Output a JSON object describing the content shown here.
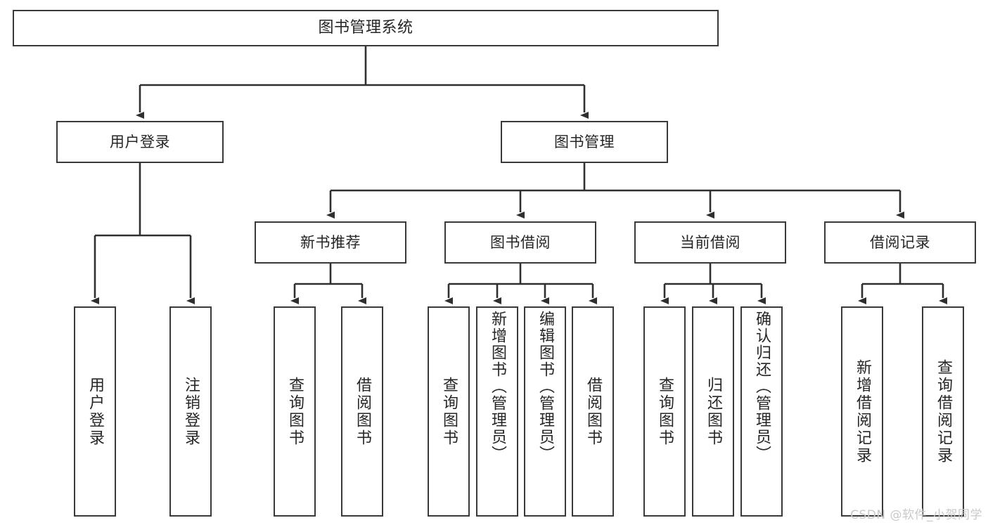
{
  "diagram": {
    "title": "图书管理系统",
    "type": "tree",
    "watermark": "CSDN @软件_小贺同学",
    "colors": {
      "box_border": "#3a3a3a",
      "box_fill": "#ffffff",
      "edge": "#2f2f2f",
      "text": "#262626",
      "watermark": "#c9c9c9",
      "background": "#ffffff"
    },
    "root": {
      "label": "图书管理系统"
    },
    "level1": [
      {
        "label": "用户登录"
      },
      {
        "label": "图书管理"
      }
    ],
    "level2": [
      {
        "label": "新书推荐"
      },
      {
        "label": "图书借阅"
      },
      {
        "label": "当前借阅"
      },
      {
        "label": "借阅记录"
      }
    ],
    "leaves": {
      "user_login": [
        {
          "label": "用户登录"
        },
        {
          "label": "注销登录"
        }
      ],
      "new_book_recommend": [
        {
          "label": "查询图书"
        },
        {
          "label": "借阅图书"
        }
      ],
      "book_borrow": [
        {
          "label": "查询图书"
        },
        {
          "label": "新增图书（管理员）"
        },
        {
          "label": "编辑图书（管理员）"
        },
        {
          "label": "借阅图书"
        }
      ],
      "current_borrow": [
        {
          "label": "查询图书"
        },
        {
          "label": "归还图书"
        },
        {
          "label": "确认归还（管理员）"
        }
      ],
      "borrow_record": [
        {
          "label": "新增借阅记录"
        },
        {
          "label": "查询借阅记录"
        }
      ]
    }
  }
}
